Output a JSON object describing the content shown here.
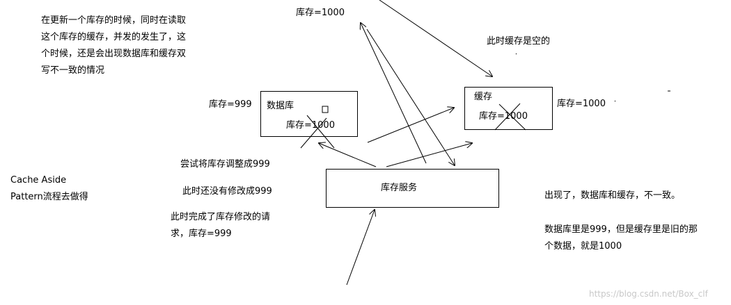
{
  "left_note": {
    "lines": [
      "在更新一个库存的时候，同时在读取",
      "这个库存的缓存，并发的发生了，这",
      "个时候，还是会出现数据库和缓存双",
      "写不一致的情况"
    ]
  },
  "top_label": "库存=1000",
  "cache_empty_note": "此时缓存是空的",
  "database": {
    "title": "数据库",
    "old_value": "库存=1000",
    "new_value": "库存=999"
  },
  "cache": {
    "title": "缓存",
    "inner_value": "库存=1000",
    "outer_value": "库存=1000"
  },
  "service": {
    "title": "库存服务"
  },
  "steps": {
    "step1": "尝试将库存调整成999",
    "step2": "此时还没有修改成999",
    "step3_line1": "此时完成了库存修改的请",
    "step3_line2": "求，库存=999"
  },
  "pattern_note": {
    "line1": "Cache Aside",
    "line2": "Pattern流程去做得"
  },
  "result": {
    "line1": "出现了，数据库和缓存，不一致。",
    "line2": "数据库里是999，但是缓存里是旧的那",
    "line3": "个数据，就是1000"
  },
  "watermark": "https://blog.csdn.net/Box_clf",
  "colors": {
    "ink": "#000000",
    "watermark": "#c8c8c8",
    "background": "#ffffff"
  }
}
